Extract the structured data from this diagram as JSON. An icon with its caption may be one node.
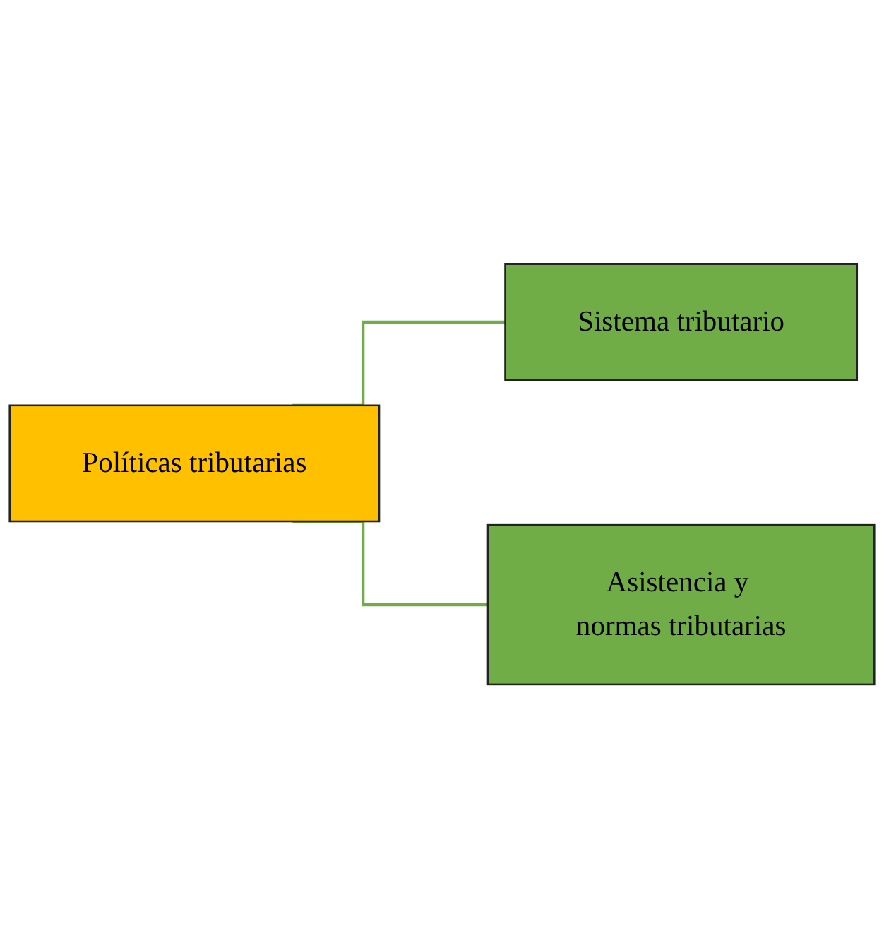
{
  "diagram": {
    "nodes": [
      {
        "text": [
          "Políticas tributarias"
        ]
      },
      {
        "text": [
          "Sistema tributario"
        ]
      },
      {
        "text": [
          "Asistencia y normas tributarias"
        ]
      }
    ],
    "edges": [
      {
        "from": 0,
        "to": 1,
        "arrow": "none"
      },
      {
        "from": 0,
        "to": 2,
        "arrow": "none"
      }
    ]
  }
}
